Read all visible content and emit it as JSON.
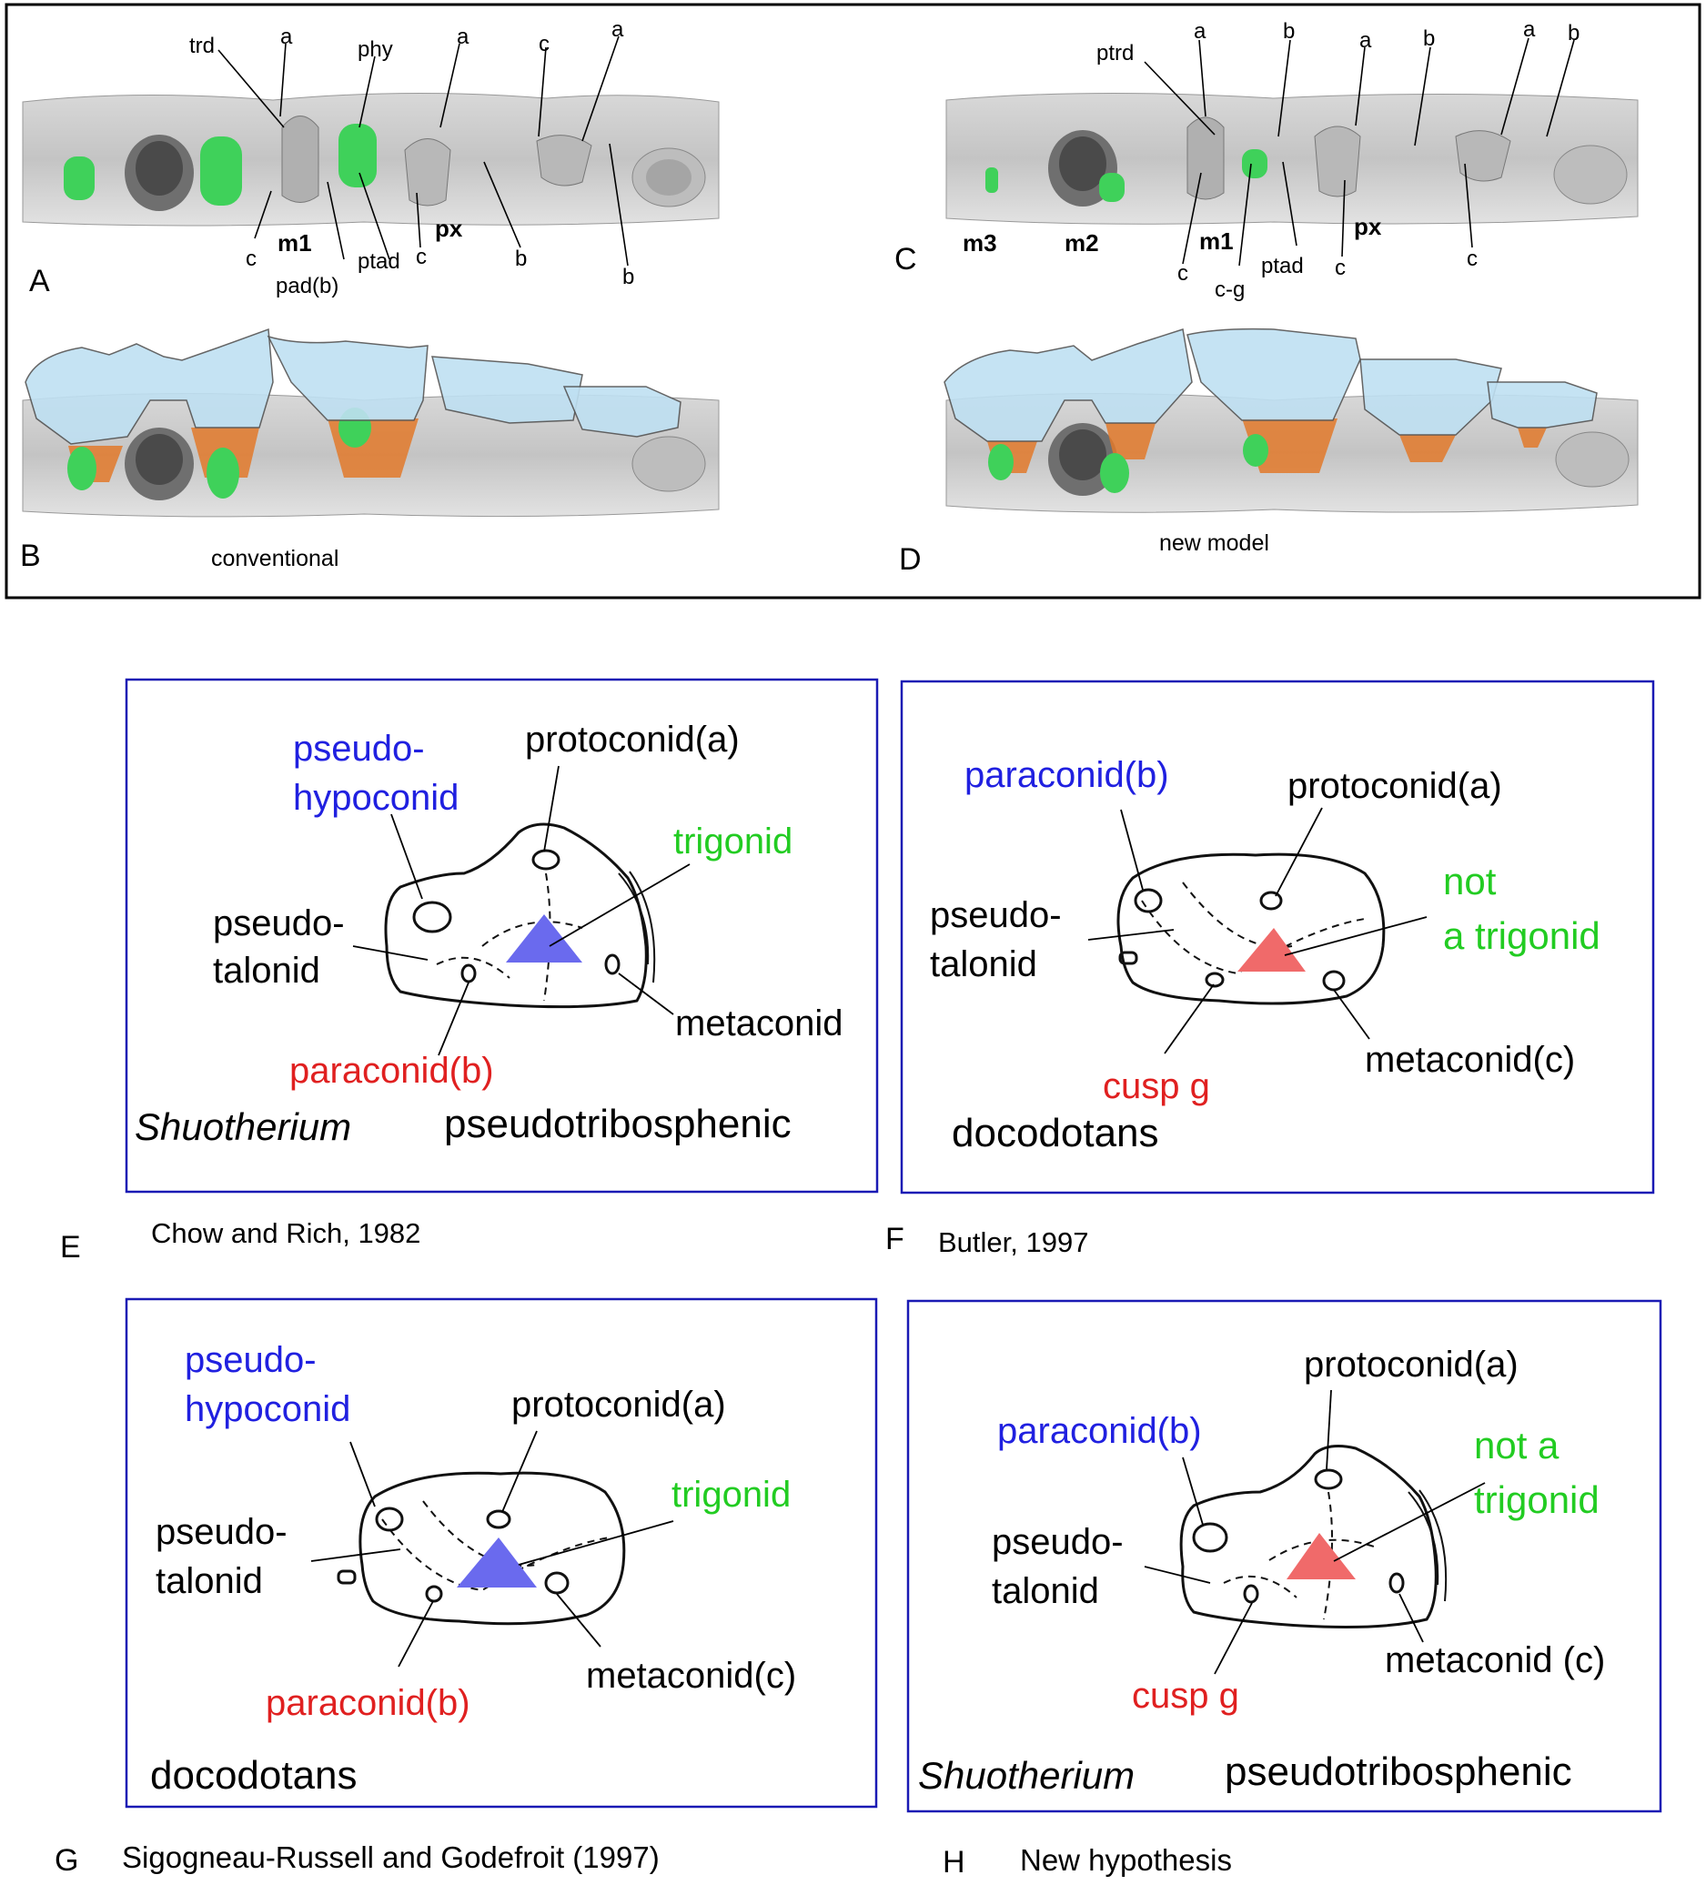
{
  "colors": {
    "blue_label": "#2020e0",
    "red_label": "#e02020",
    "green_label": "#22cc22",
    "box_border": "#1a1ab4",
    "crown_blue": "#bfe0f2",
    "root_orange": "#e2792a",
    "cusp_green": "#3fd15a",
    "triangle_blue": "#6a6aee",
    "triangle_red": "#f06a6a"
  },
  "top_panel": {
    "panels": [
      {
        "letter": "A"
      },
      {
        "letter": "B",
        "caption": "conventional"
      },
      {
        "letter": "C"
      },
      {
        "letter": "D",
        "caption": "new model"
      }
    ],
    "panel_a_labels": {
      "trd": "trd",
      "a1": "a",
      "phy": "phy",
      "a2": "a",
      "c_top": "c",
      "a3": "a",
      "c1": "c",
      "m1": "m1",
      "pad": "pad(b)",
      "ptad": "ptad",
      "c2": "c",
      "px": "px",
      "b1": "b",
      "b2": "b"
    },
    "panel_c_labels": {
      "ptrd": "ptrd",
      "a1": "a",
      "b1": "b",
      "a2": "a",
      "b2": "b",
      "a3": "a",
      "b3": "b",
      "m3": "m3",
      "m2": "m2",
      "c1": "c",
      "m1": "m1",
      "cg": "c-g",
      "ptad": "ptad",
      "c2": "c",
      "px": "px",
      "c3": "c"
    }
  },
  "boxes": {
    "E": {
      "letter": "E",
      "citation": "Chow and Rich, 1982",
      "taxon": "Shuotherium",
      "type": "pseudotribosphenic",
      "pseudo_hypoconid_1": "pseudo-",
      "pseudo_hypoconid_2": "hypoconid",
      "protoconid": "protoconid(a)",
      "trigonid": "trigonid",
      "pseudo_talonid_1": "pseudo-",
      "pseudo_talonid_2": "talonid",
      "metaconid": "metaconid",
      "paraconid": "paraconid(b)",
      "triangle": "blue"
    },
    "F": {
      "letter": "F",
      "citation": "Butler, 1997",
      "taxon": "docodotans",
      "paraconid": "paraconid(b)",
      "protoconid": "protoconid(a)",
      "not_trigonid_1": "not",
      "not_trigonid_2": "a trigonid",
      "pseudo_talonid_1": "pseudo-",
      "pseudo_talonid_2": "talonid",
      "cusp_g": "cusp g",
      "metaconid": "metaconid(c)",
      "triangle": "red"
    },
    "G": {
      "letter": "G",
      "citation": "Sigogneau-Russell and Godefroit (1997)",
      "taxon": "docodotans",
      "pseudo_hypoconid_1": "pseudo-",
      "pseudo_hypoconid_2": "hypoconid",
      "protoconid": "protoconid(a)",
      "trigonid": "trigonid",
      "pseudo_talonid_1": "pseudo-",
      "pseudo_talonid_2": "talonid",
      "paraconid": "paraconid(b)",
      "metaconid": "metaconid(c)",
      "triangle": "blue"
    },
    "H": {
      "letter": "H",
      "citation": "New hypothesis",
      "taxon": "Shuotherium",
      "type": "pseudotribosphenic",
      "protoconid": "protoconid(a)",
      "paraconid": "paraconid(b)",
      "not_trigonid_1": "not a",
      "not_trigonid_2": "trigonid",
      "pseudo_talonid_1": "pseudo-",
      "pseudo_talonid_2": "talonid",
      "cusp_g": "cusp g",
      "metaconid": "metaconid (c)",
      "triangle": "red"
    }
  }
}
